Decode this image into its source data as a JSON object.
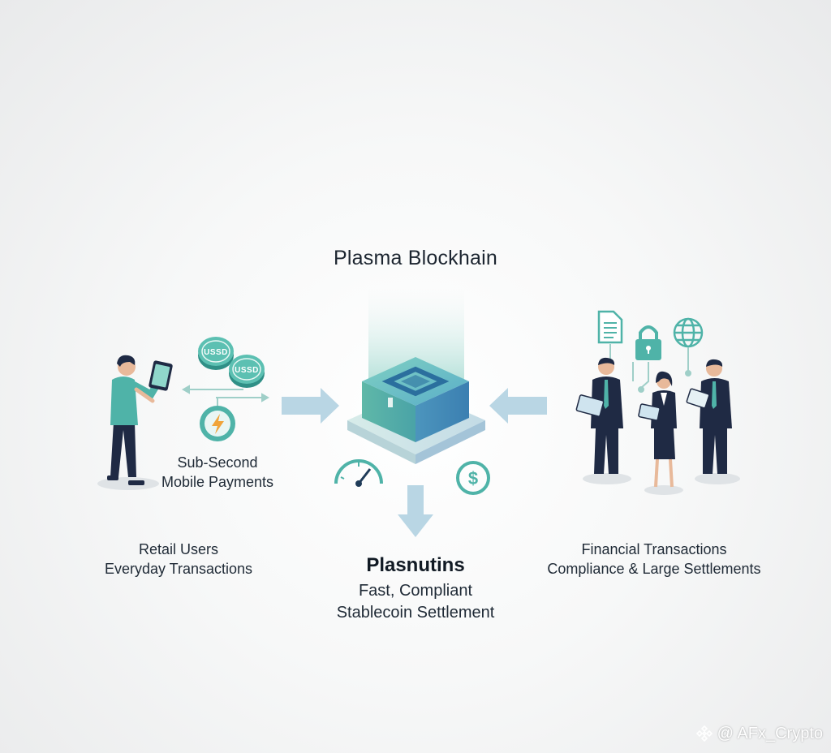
{
  "diagram": {
    "title": "Plasma Blockhain",
    "left_group": {
      "feature_line1": "Sub-Second",
      "feature_line2": "Mobile Payments",
      "label_line1": "Retail Users",
      "label_line2": "Everyday Transactions",
      "coin1_text": "USSD",
      "coin2_text": "USSD"
    },
    "right_group": {
      "label_line1": "Financial Transactions",
      "label_line2": "Compliance & Large Settlements"
    },
    "output": {
      "title": "Plasnutins",
      "line1": "Fast, Compliant",
      "line2": "Stablecoin Settlement"
    },
    "watermark": "@ AFx_Crypto",
    "icons": [
      "phone-icon",
      "coin-icon",
      "lightning-icon",
      "speedometer-icon",
      "dollar-icon",
      "document-icon",
      "lock-icon",
      "globe-icon",
      "arrow-icon"
    ],
    "colors": {
      "teal": "#4fb3a8",
      "blue": "#3f86b8",
      "navy": "#1f2a44",
      "arrow": "#b9d6e4"
    }
  }
}
